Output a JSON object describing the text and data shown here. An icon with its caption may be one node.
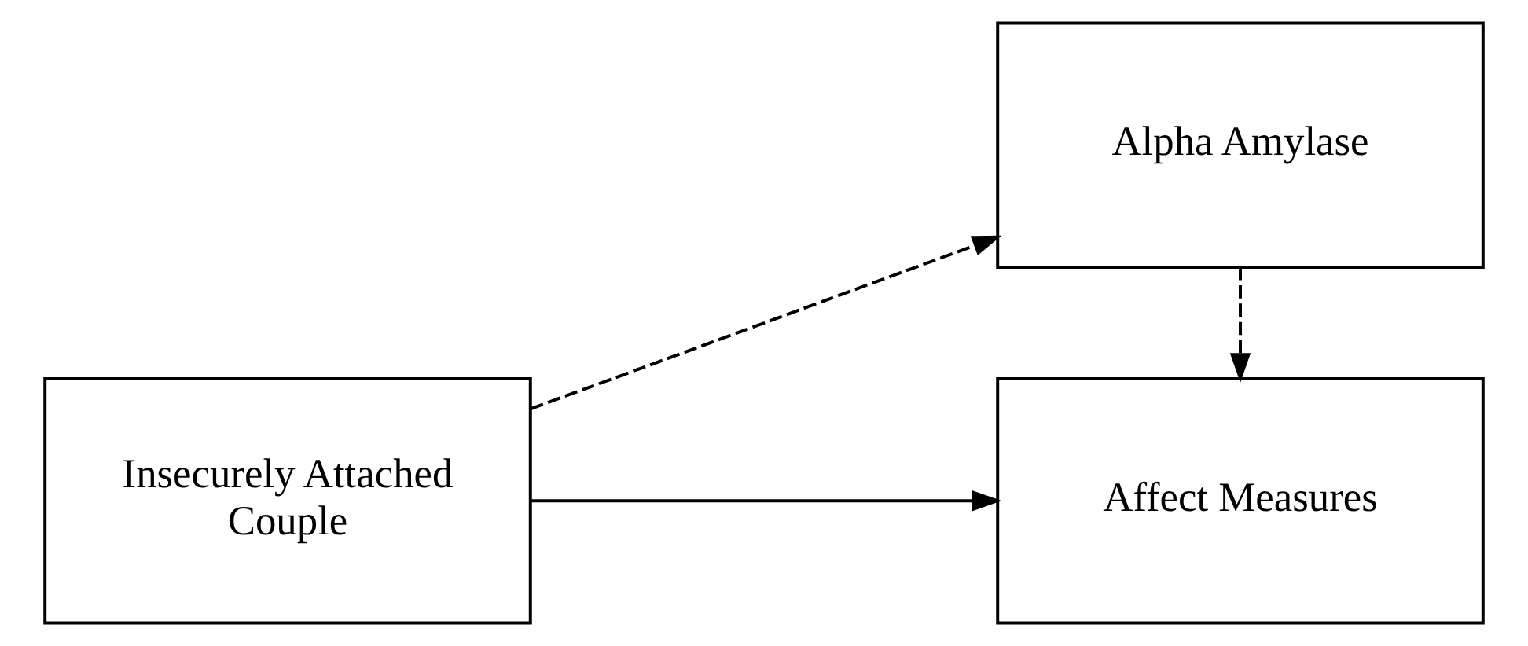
{
  "diagram": {
    "nodes": [
      {
        "text": [
          "Insecurely Attached Couple"
        ]
      },
      {
        "text": [
          "Alpha Amylase"
        ]
      },
      {
        "text": [
          "Affect Measures"
        ]
      }
    ],
    "edges": [
      {
        "from": 0,
        "to": 1,
        "arrow": "to",
        "style": "dashed"
      },
      {
        "from": 1,
        "to": 2,
        "arrow": "to",
        "style": "dashed"
      },
      {
        "from": 0,
        "to": 2,
        "arrow": "to"
      }
    ]
  }
}
